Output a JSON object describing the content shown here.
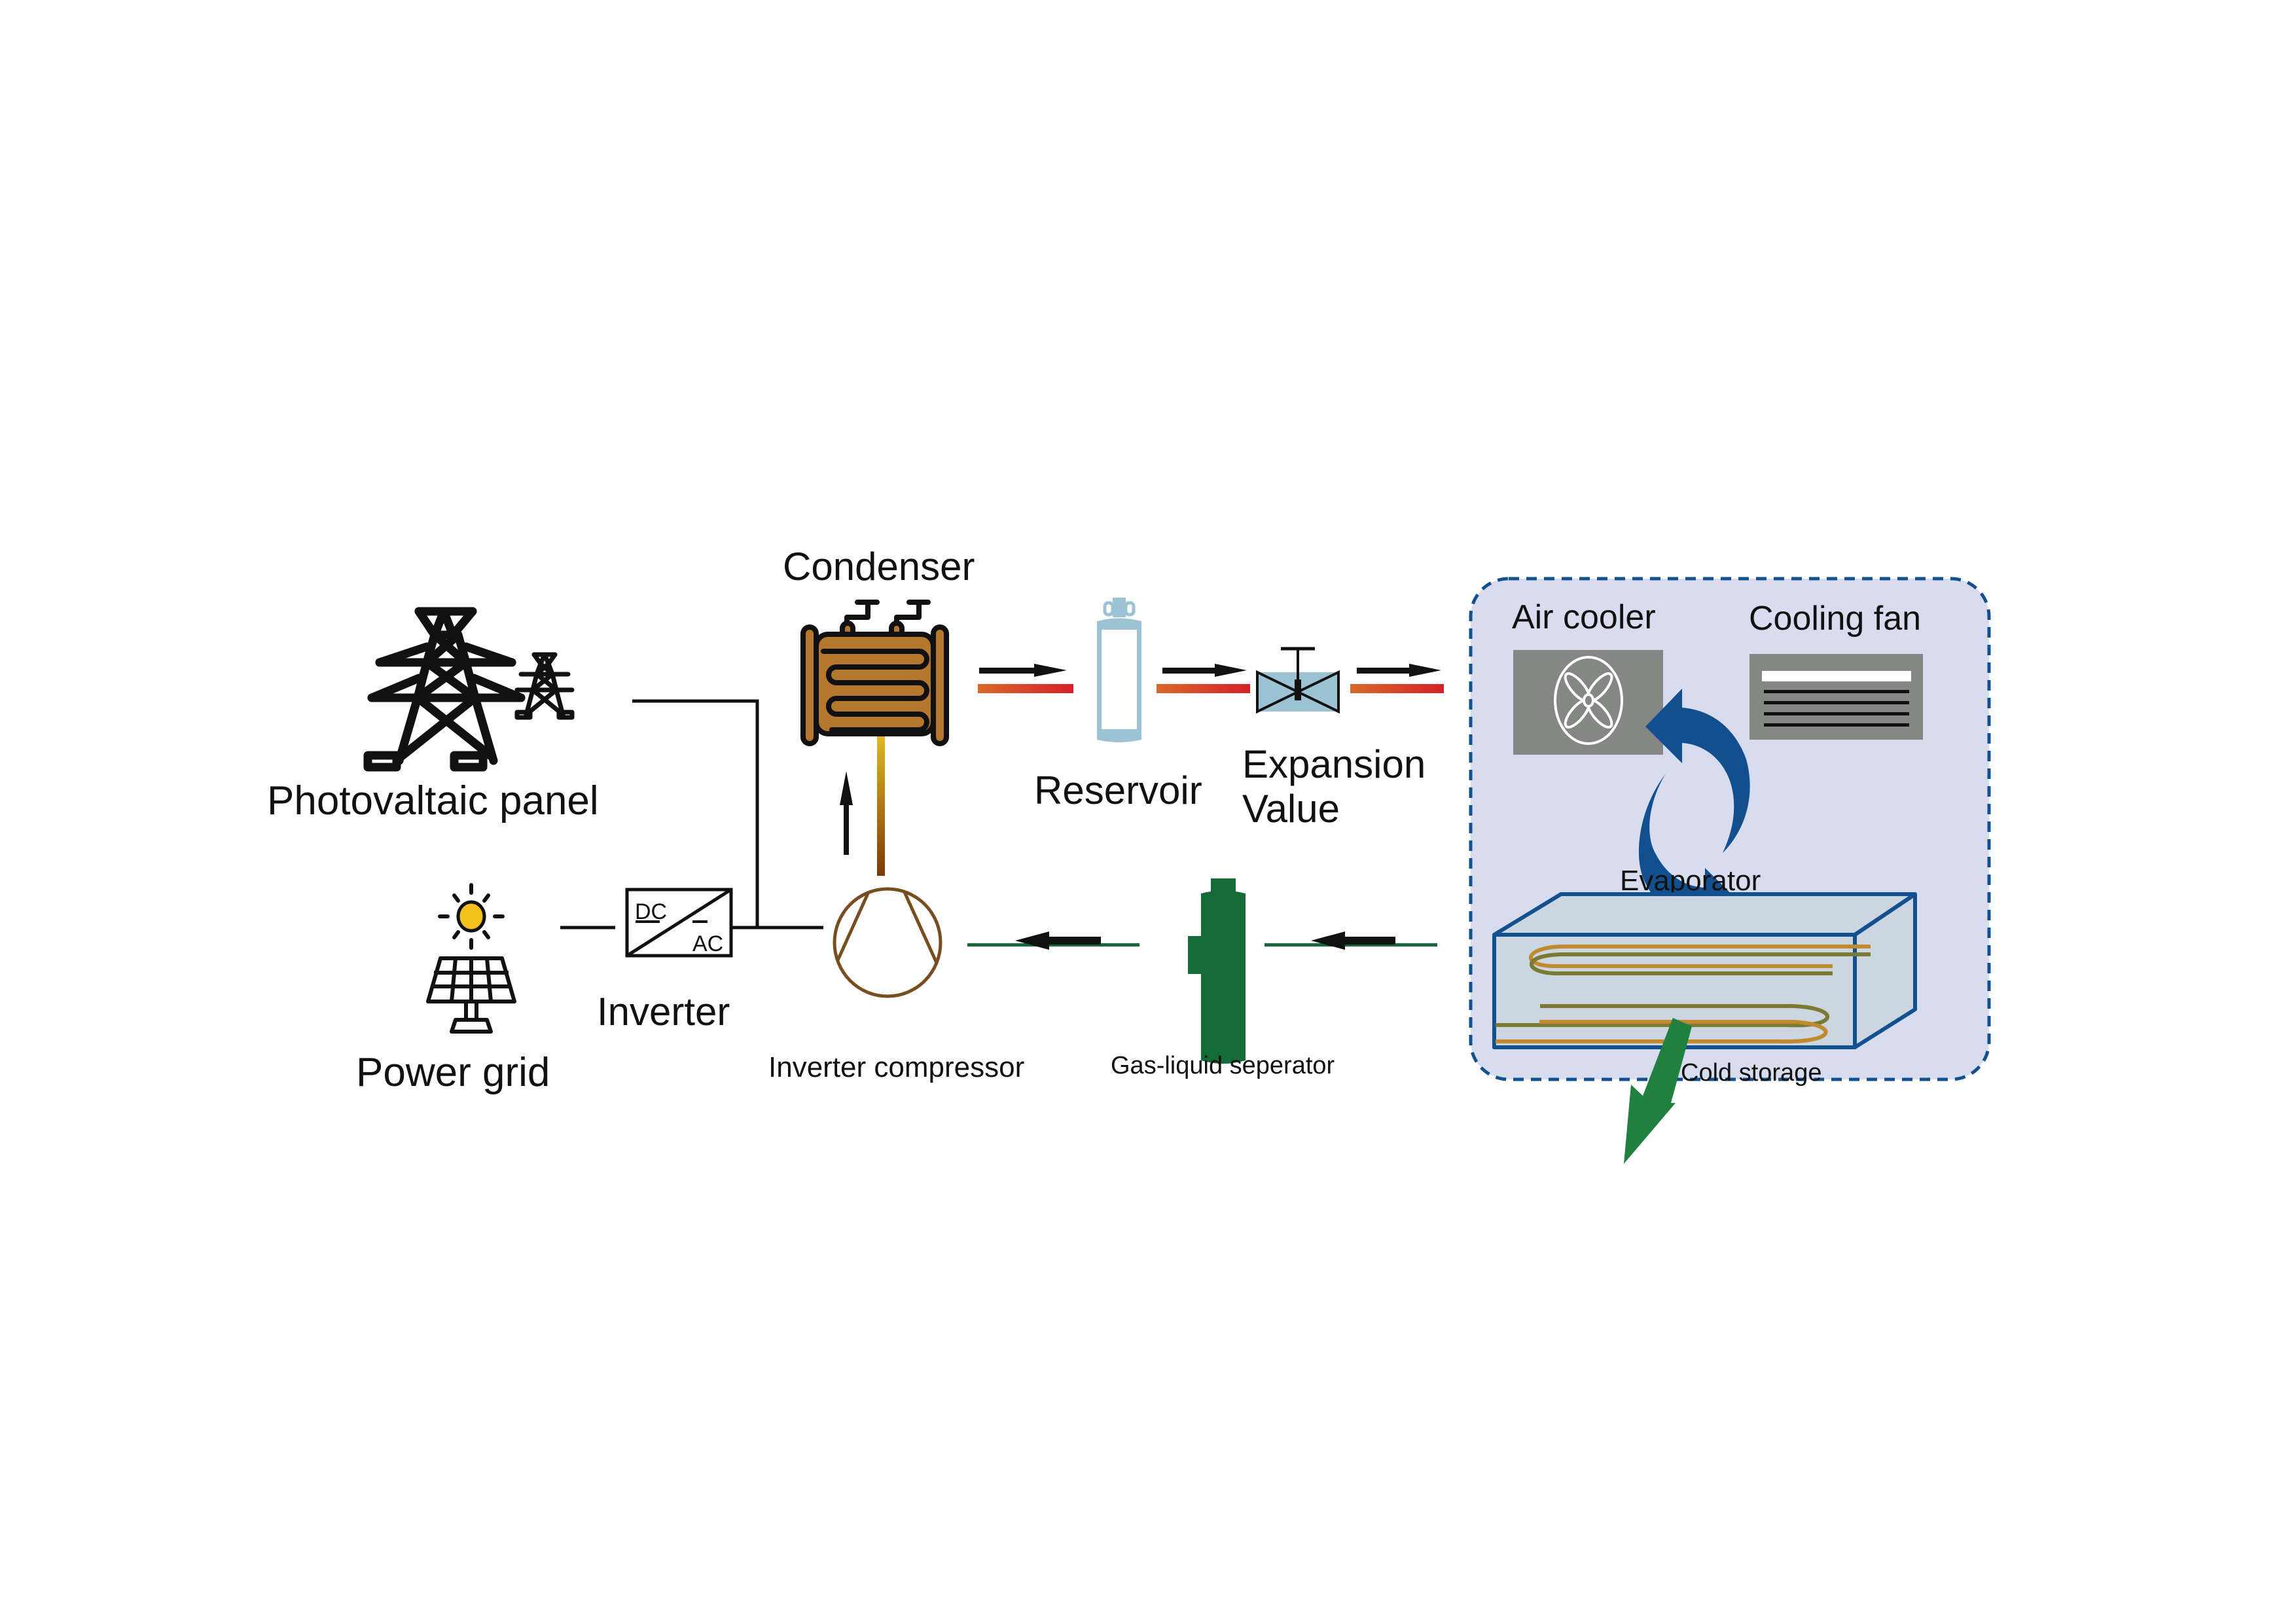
{
  "title": "Photovoltaic-driven refrigeration cold storage system schematic",
  "labels": {
    "condenser": "Condenser",
    "photovoltaic_panel": "Photovaltaic panel",
    "power_grid": "Power grid",
    "inverter": "Inverter",
    "inverter_dc": "DC",
    "inverter_ac": "AC",
    "inverter_compressor": "Inverter compressor",
    "gas_liquid_separator": "Gas-liquid seperator",
    "reservoir": "Reservoir",
    "expansion_valve_line1": "Expansion",
    "expansion_valve_line2": "Value",
    "air_cooler": "Air cooler",
    "cooling_fan": "Cooling fan",
    "evaporator": "Evaporator",
    "cold_storage": "Cold storage"
  },
  "icons": {
    "tower": "transmission-tower-icon",
    "solar": "solar-panel-icon",
    "sun": "sun-icon",
    "inverter": "dc-ac-inverter-icon",
    "condenser": "condenser-coil-icon",
    "compressor": "compressor-icon",
    "reservoir": "reservoir-tank-icon",
    "valve": "expansion-valve-icon",
    "separator": "separator-tank-icon",
    "air_cooler": "fan-icon",
    "cooling_fan": "vent-grille-icon",
    "cycle": "refresh-cycle-icon",
    "cold_storage": "cold-storage-box-icon",
    "output_arrow": "output-arrow-icon"
  },
  "colors": {
    "condenser_fill": "#b5762e",
    "hot_pipe_start": "#d9692a",
    "hot_pipe_end": "#d6202a",
    "discharge_pipe_start": "#e0b823",
    "discharge_pipe_end": "#7a3a08",
    "compressor_stroke": "#774e1f",
    "reservoir": "#9cc3d4",
    "valve_fill": "#9cc3d4",
    "suction_pipe": "#146b38",
    "separator": "#146b38",
    "panel_bg": "#d8dcef",
    "panel_border": "#12508f",
    "cycle_arrow": "#134f8e",
    "equipment_grey": "#858785",
    "box_face": "#cbd6e0",
    "box_edge": "#12508f",
    "coil_gold": "#c28a2e",
    "coil_olive": "#7b7a32",
    "output_arrow": "#21803f",
    "sun": "#f3c01c"
  }
}
